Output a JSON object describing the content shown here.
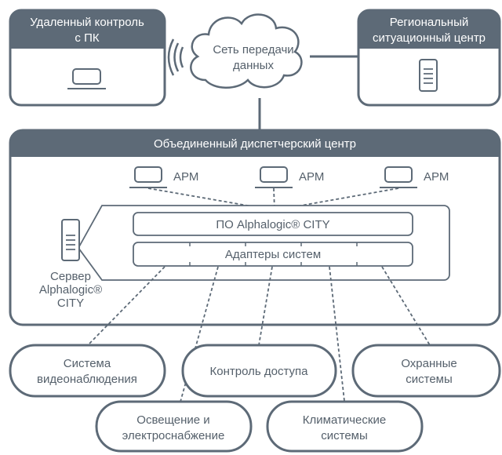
{
  "remote": {
    "title_line1": "Удаленный контроль",
    "title_line2": "с ПК"
  },
  "regional": {
    "title_line1": "Региональный",
    "title_line2": "ситуационный центр"
  },
  "network": {
    "line1": "Сеть передачи",
    "line2": "данных"
  },
  "center": {
    "title": "Объединенный диспетчерский центр",
    "workstations": [
      "АРМ",
      "АРМ",
      "АРМ"
    ],
    "software": "ПО Alphalogic® CITY",
    "adapters": "Адаптеры систем",
    "server": {
      "line1": "Сервер",
      "line2": "Alphalogic®",
      "line3": "CITY"
    }
  },
  "systems": {
    "video": {
      "line1": "Система",
      "line2": "видеонаблюдения"
    },
    "access": {
      "line1": "Контроль доступа"
    },
    "security": {
      "line1": "Охранные",
      "line2": "системы"
    },
    "lighting": {
      "line1": "Освещение и",
      "line2": "электроснабжение"
    },
    "climate": {
      "line1": "Климатические",
      "line2": "системы"
    }
  },
  "colors": {
    "primary": "#5d6a77",
    "text": "#55606b",
    "background": "#ffffff"
  }
}
